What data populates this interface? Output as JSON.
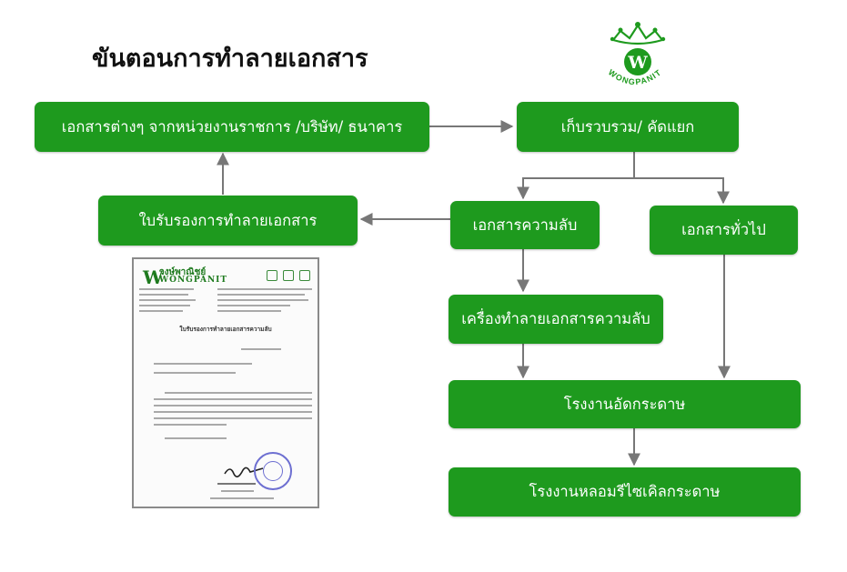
{
  "title": "ขันตอนการทำลายเอกสาร",
  "brand": {
    "name": "WONGPANIT",
    "icon": "crown-w-logo-icon",
    "color": "#1e9a1e"
  },
  "nodes": {
    "source": "เอกสารต่างๆ จากหน่วยงานราชการ /บริษัท/ ธนาคาร",
    "collect": "เก็บรวบรวม/ คัดแยก",
    "confidential": "เอกสารความลับ",
    "general": "เอกสารทั่วไป",
    "certificate": "ใบรับรองการทำลายเอกสาร",
    "shredder": "เครื่องทำลายเอกสารความลับ",
    "paper_sorting_plant": "โรงงานอัดกระดาษ",
    "paper_recycling_plant": "โรงงานหลอมรีไซเคิลกระดาษ"
  },
  "certificate_image": {
    "brand_th": "วงษ์พาณิชย์",
    "brand_en": "WONGPANIT",
    "heading": "ใบรับรองการทำลายเอกสารความลับ",
    "seal_icon": "company-seal-icon",
    "signature_icon": "signature-icon"
  },
  "colors": {
    "node_fill": "#1e9a1e",
    "node_text": "#ffffff",
    "connector": "#777777"
  }
}
